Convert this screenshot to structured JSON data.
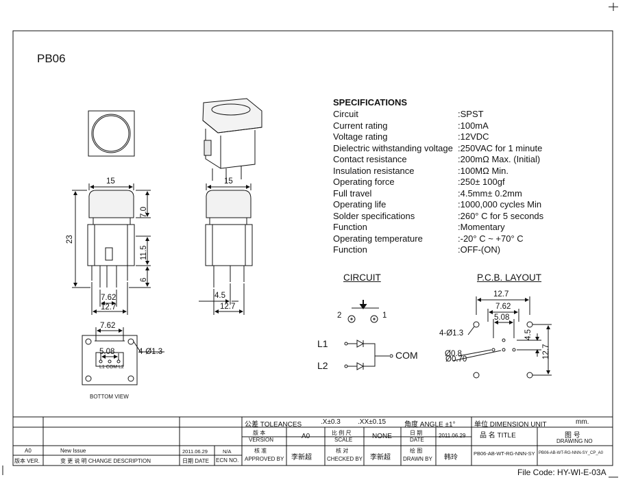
{
  "drawing": {
    "part_number": "PB06",
    "bottom_view_label": "BOTTOM VIEW",
    "file_code": "File Code: HY-WI-E-03A"
  },
  "specs": {
    "heading": "SPECIFICATIONS",
    "rows": [
      {
        "label": "Circuit",
        "value": ":SPST"
      },
      {
        "label": "Current rating",
        "value": ":100mA"
      },
      {
        "label": "Voltage rating",
        "value": ":12VDC"
      },
      {
        "label": "Dielectric withstanding voltage",
        "value": ":250VAC for 1 minute"
      },
      {
        "label": "Contact resistance",
        "value": ":200mΩ  Max. (Initial)"
      },
      {
        "label": "Insulation resistance",
        "value": ":100MΩ  Min."
      },
      {
        "label": "Operating force",
        "value": ":250± 100gf"
      },
      {
        "label": "Full travel",
        "value": ":4.5mm± 0.2mm"
      },
      {
        "label": "Operating life",
        "value": ":1000,000 cycles Min"
      },
      {
        "label": "Solder specifications",
        "value": ":260° C for 5 seconds"
      },
      {
        "label": "Function",
        "value": ":Momentary"
      },
      {
        "label": "Operating temperature",
        "value": ":-20° C ~ +70° C"
      },
      {
        "label": "Function",
        "value": ":OFF-(ON)"
      }
    ]
  },
  "circuit": {
    "heading": "CIRCUIT",
    "pin2": "2",
    "pin1": "1",
    "l1": "L1",
    "l2": "L2",
    "com": "COM"
  },
  "pcb": {
    "heading": "P.C.B. LAYOUT",
    "d_12_7_top": "12.7",
    "d_7_62": "7.62",
    "d_5_08": "5.08",
    "hole_4": "4-Ø1.3",
    "hole_08": "Ø0.8",
    "hole_070": "Ø0.70",
    "d_4_5": "4.5",
    "d_12_7_side": "12.7"
  },
  "front_view": {
    "d_15": "15",
    "d_7_0": "7.0",
    "d_23": "23",
    "d_11_5": "11.5",
    "d_6": "6",
    "d_7_62": "7.62",
    "d_12_7": "12.7"
  },
  "side_view": {
    "d_15": "15",
    "d_4_5": "4.5",
    "d_12_7": "12.7"
  },
  "bottom_view": {
    "d_7_62": "7.62",
    "d_5_08": "5.08",
    "hole": "4-Ø1.3",
    "pins": "L1  COM  L2"
  },
  "title_block": {
    "tolerance_label": "公差 TOLEANCES",
    "tol_x": ".X±0.3",
    "tol_xx": ".XX±0.15",
    "angle": "角度 ANGLE ±1°",
    "unit_label": "单位  DIMENSION UNIT",
    "unit_value": "mm.",
    "version_cn": "版 本",
    "version_en": "VERSION",
    "version_value": "A0",
    "scale_cn": "比 例 尺",
    "scale_en": "SCALE",
    "scale_value": "NONE",
    "date_cn": "日 期",
    "date_en": "DATE",
    "date_value": "2011.06.29",
    "title_cn": "品 名  TITLE",
    "title_value": "PB06-AB-WT-RG-NNN-SY",
    "drawing_no_cn": "图 号",
    "drawing_no_en": "DRAWING NO",
    "drawing_no_value": "PB06-AB-WT-RG-NNN-SY_CP_A0",
    "approved_cn": "核 准",
    "approved_en": "APPROVED BY",
    "approved_name": "李新超",
    "checked_cn": "核 对",
    "checked_en": "CHECKED BY",
    "checked_name": "李新超",
    "drawn_cn": "绘 图",
    "drawn_en": "DRAWN BY",
    "drawn_name": "韩玲",
    "rev_a0": "A0",
    "rev_desc": "New Issue",
    "rev_date": "2011.06.29",
    "rev_ecn": "N/A",
    "h_ver": "版本 VER.",
    "h_desc": "变 更 说 明  CHANGE DESCRIPTION",
    "h_date": "日期 DATE",
    "h_ecn": "ECN NO."
  }
}
